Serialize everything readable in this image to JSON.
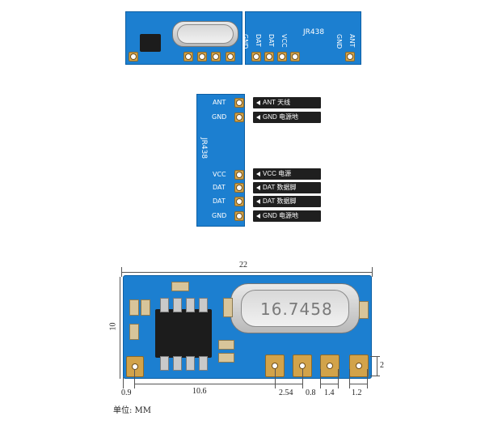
{
  "top_board": {
    "silkscreen": [
      "GND",
      "DAT",
      "DAT",
      "VCC",
      "JR438",
      "GND",
      "ANT"
    ]
  },
  "mid_board": {
    "model": "JR438",
    "pins": [
      "ANT",
      "GND",
      "VCC",
      "DAT",
      "DAT",
      "GND"
    ],
    "callouts": [
      "ANT 天线",
      "GND 电源地",
      "VCC 电源",
      "DAT 数据脚",
      "DAT 数据脚",
      "GND 电源地"
    ]
  },
  "bottom_board": {
    "crystal_text": "16.7458",
    "dimensions": {
      "width": "22",
      "height": "10",
      "d09": "0.9",
      "d106": "10.6",
      "d254": "2.54",
      "d08": "0.8",
      "d14": "1.4",
      "d12": "1.2",
      "d2": "2"
    },
    "unit_label": "单位: MM"
  },
  "colors": {
    "pcb": "#1c7fd0",
    "pad": "#d2a34a",
    "label_bg": "#1f1f1f"
  }
}
